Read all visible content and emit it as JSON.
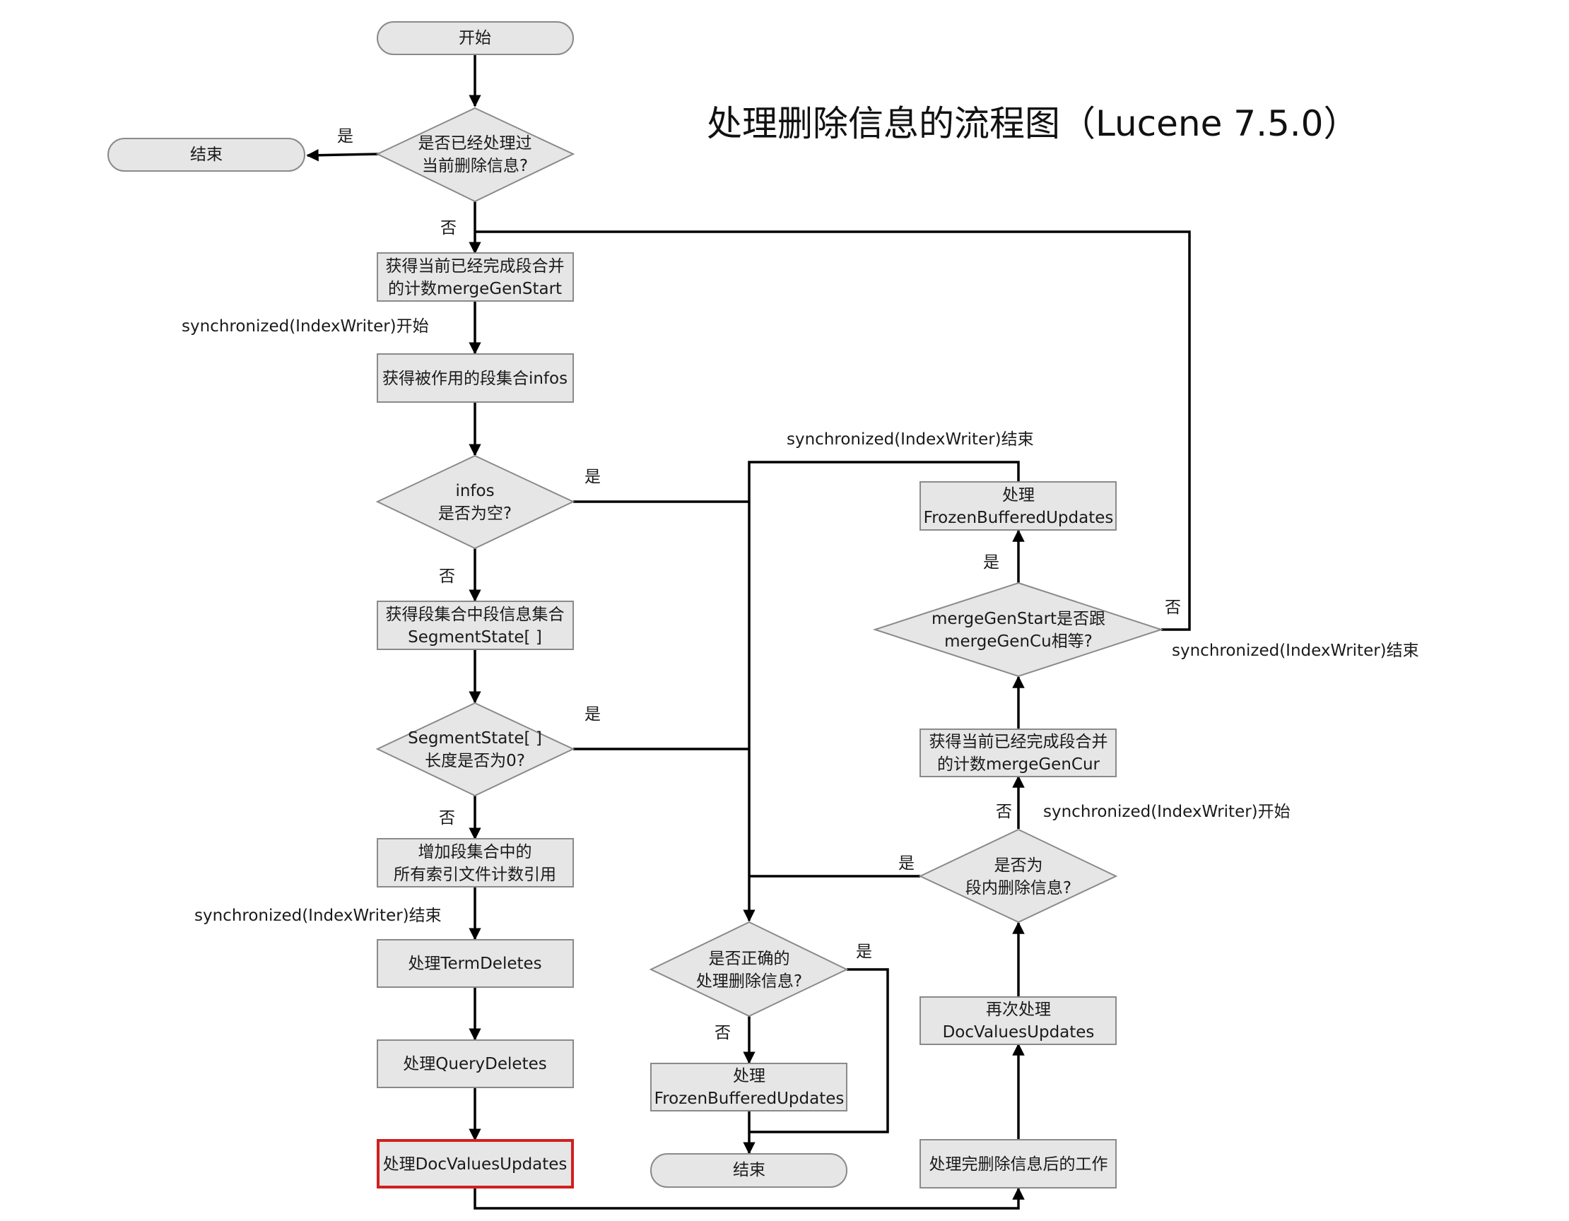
{
  "title": "处理删除信息的流程图（Lucene 7.5.0）",
  "colors": {
    "node_fill": "#e6e6e6",
    "node_border": "#8a8a8a",
    "highlight_border": "#d0201f",
    "edge": "#000000"
  },
  "nodes": {
    "start": [
      "开始"
    ],
    "end_top": [
      "结束"
    ],
    "q_processed": [
      "是否已经处理过",
      "当前删除信息?"
    ],
    "get_merge_start": [
      "获得当前已经完成段合并",
      "的计数mergeGenStart"
    ],
    "get_infos": [
      "获得被作用的段集合infos"
    ],
    "q_infos_empty": [
      "infos",
      "是否为空?"
    ],
    "get_segstate": [
      "获得段集合中段信息集合",
      "SegmentState[ ]"
    ],
    "q_segstate_len": [
      "SegmentState[ ]",
      "长度是否为0?"
    ],
    "inc_refs": [
      "增加段集合中的",
      "所有索引文件计数引用"
    ],
    "term_deletes": [
      "处理TermDeletes"
    ],
    "query_deletes": [
      "处理QueryDeletes"
    ],
    "docvalues": [
      "处理DocValuesUpdates"
    ],
    "q_correct": [
      "是否正确的",
      "处理删除信息?"
    ],
    "frozen_mid": [
      "处理",
      "FrozenBufferedUpdates"
    ],
    "end_mid": [
      "结束"
    ],
    "frozen_right": [
      "处理",
      "FrozenBufferedUpdates"
    ],
    "q_merge_equal": [
      "mergeGenStart是否跟",
      "mergeGenCu相等?"
    ],
    "get_merge_cur": [
      "获得当前已经完成段合并",
      "的计数mergeGenCur"
    ],
    "q_seg_private": [
      "是否为",
      "段内删除信息?"
    ],
    "redo_docvalues": [
      "再次处理",
      "DocValuesUpdates"
    ],
    "after_work": [
      "处理完删除信息后的工作"
    ]
  },
  "edge_labels": {
    "yes_processed": "是",
    "no_processed": "否",
    "sync_start_1": "synchronized(IndexWriter)开始",
    "yes_infos": "是",
    "no_infos": "否",
    "sync_end_top": "synchronized(IndexWriter)结束",
    "yes_segstate": "是",
    "no_segstate": "否",
    "sync_end_left": "synchronized(IndexWriter)结束",
    "yes_correct": "是",
    "no_correct": "否",
    "yes_merge_equal": "是",
    "no_merge_equal": "否",
    "sync_end_right": "synchronized(IndexWriter)结束",
    "no_seg_private": "否",
    "sync_start_2": "synchronized(IndexWriter)开始",
    "yes_seg_private": "是"
  }
}
